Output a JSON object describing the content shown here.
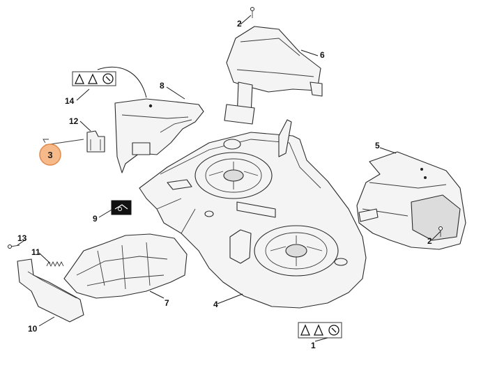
{
  "diagram": {
    "highlight_color": "#f6b98a",
    "highlight_stroke": "#e08a4a",
    "callouts": {
      "c1": "1",
      "c2a": "2",
      "c2b": "2",
      "c3": "3",
      "c4": "4",
      "c5": "5",
      "c6": "6",
      "c7": "7",
      "c8": "8",
      "c9": "9",
      "c10": "10",
      "c11": "11",
      "c12": "12",
      "c13": "13",
      "c14": "14"
    }
  }
}
